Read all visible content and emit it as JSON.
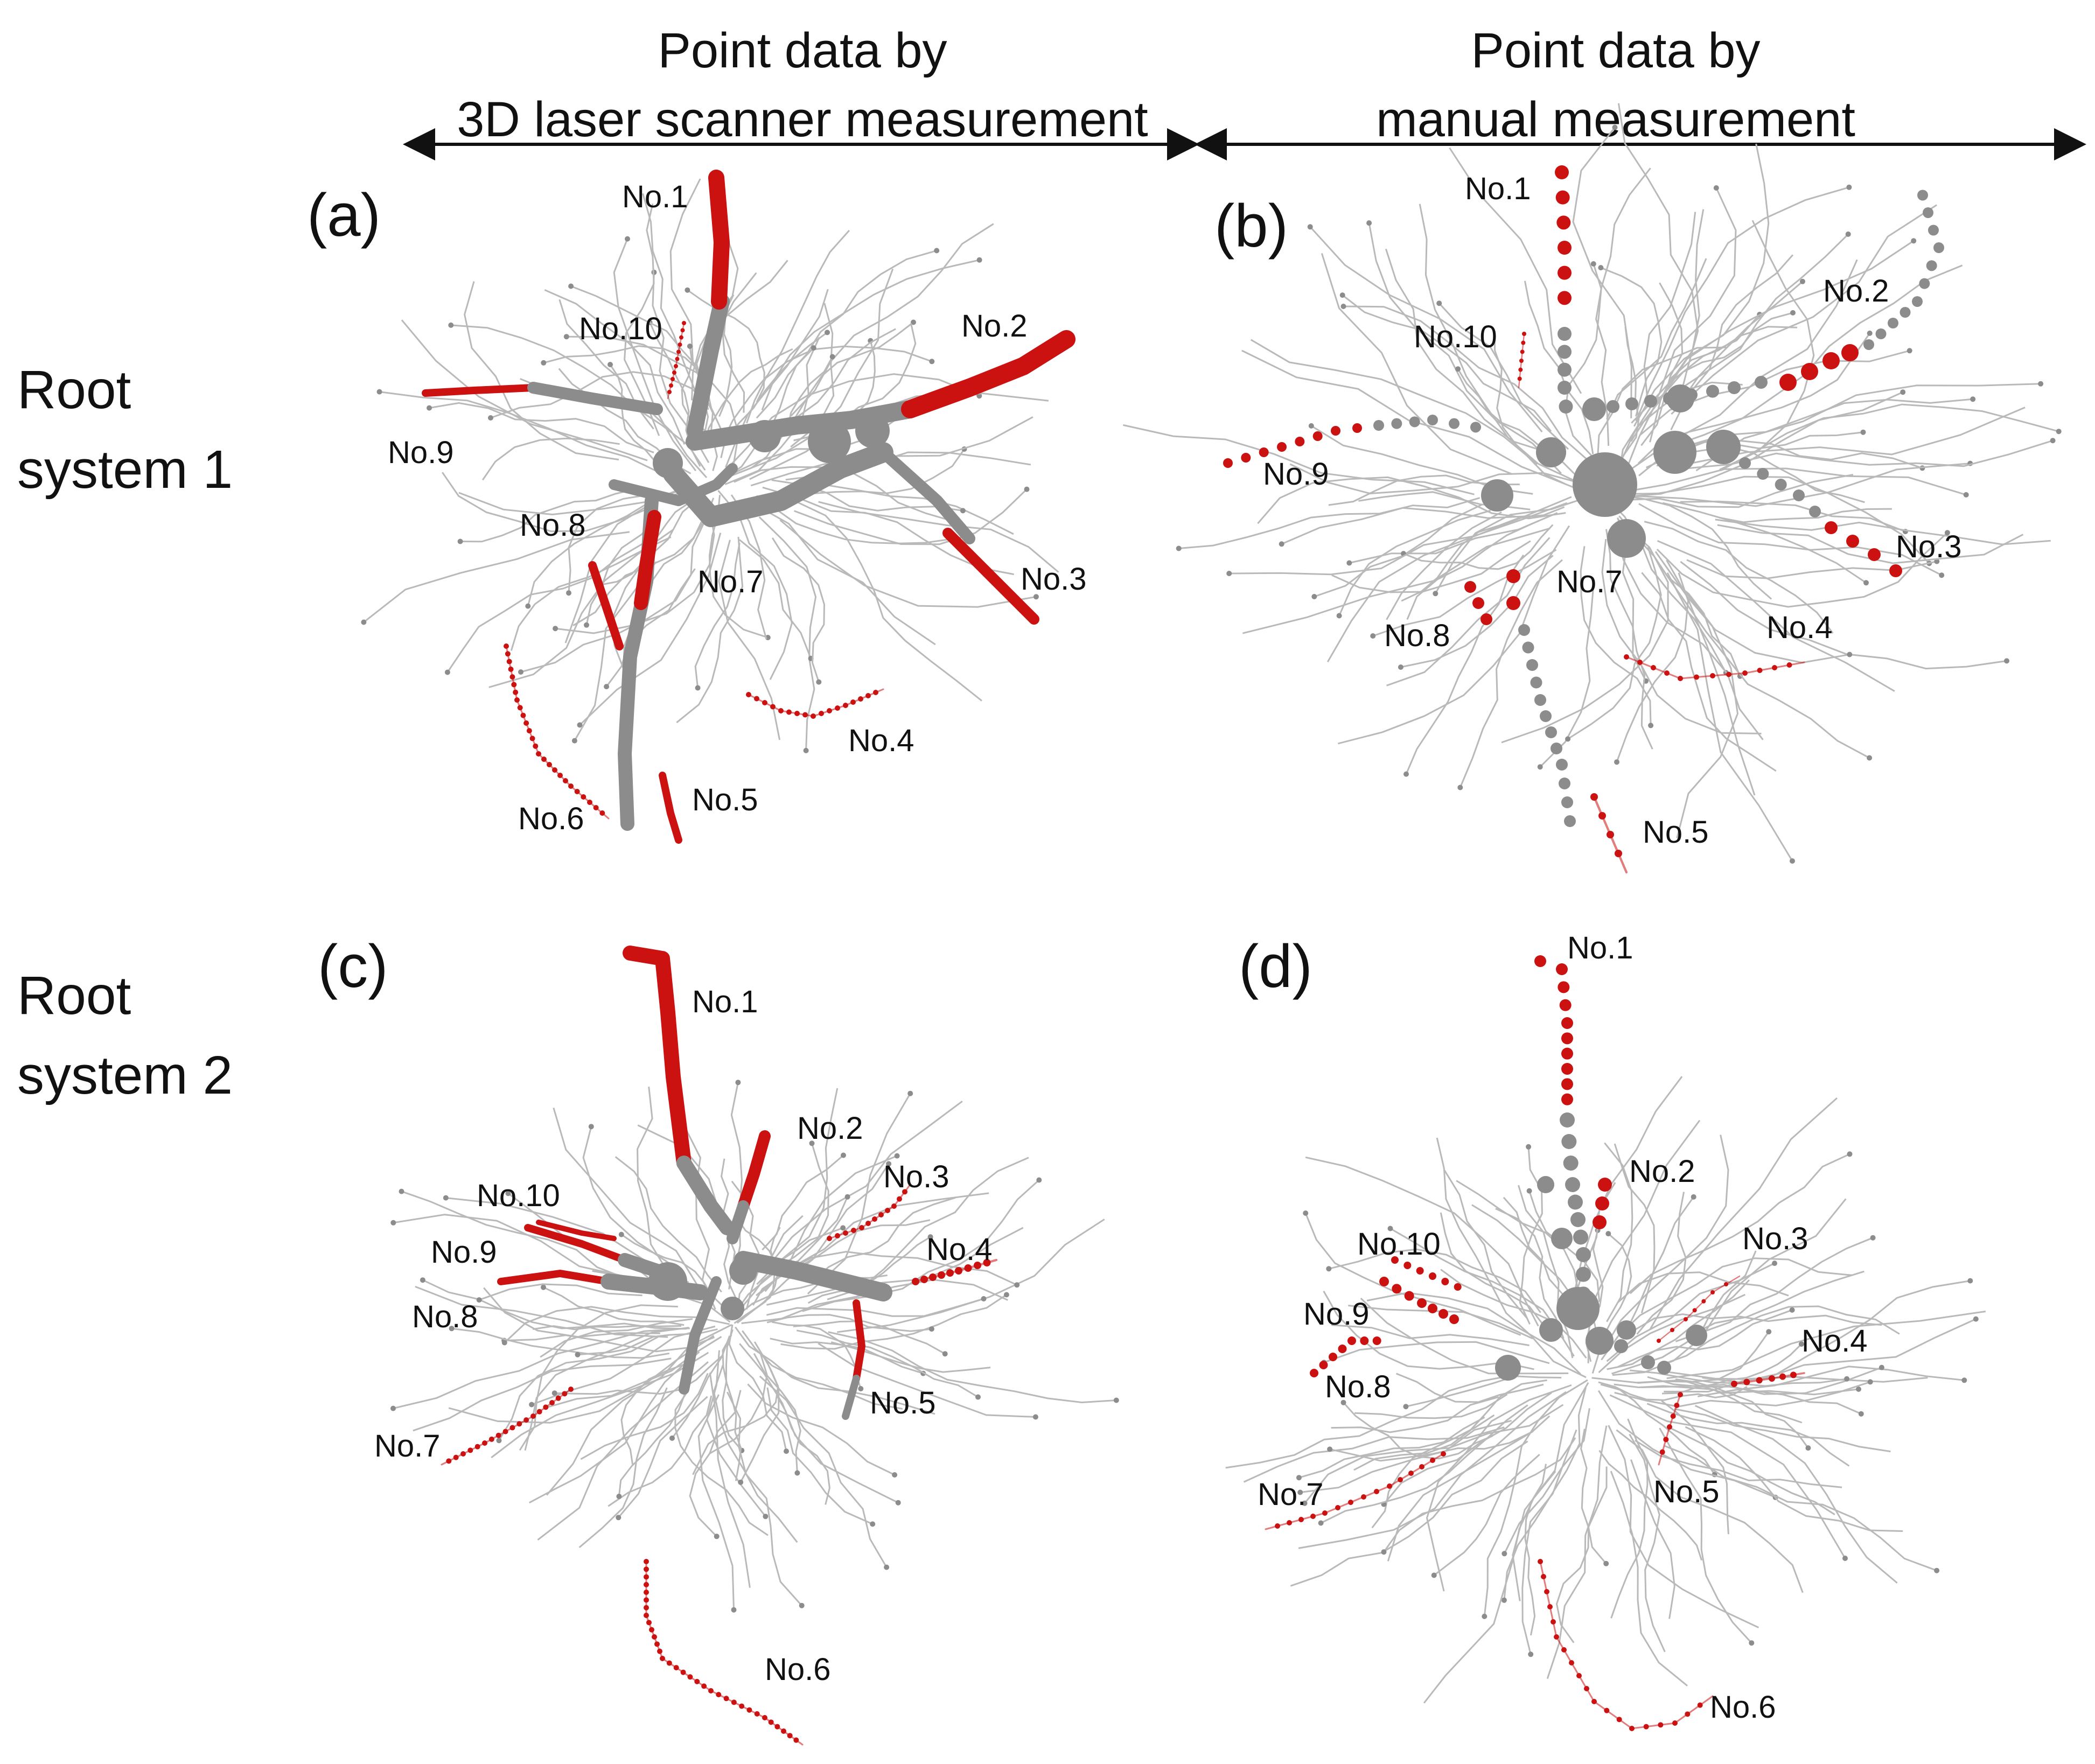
{
  "headers": {
    "laser": [
      "Point data by",
      "3D laser scanner measurement"
    ],
    "manual": [
      "Point data by",
      "manual measurement"
    ]
  },
  "rows": [
    [
      "Root",
      "system 1"
    ],
    [
      "Root",
      "system 2"
    ]
  ],
  "panels": [
    {
      "letter": "(a)",
      "labels": [
        "No.1",
        "No.2",
        "No.3",
        "No.4",
        "No.5",
        "No.6",
        "No.7",
        "No.8",
        "No.9",
        "No.10"
      ]
    },
    {
      "letter": "(b)",
      "labels": [
        "No.1",
        "No.2",
        "No.3",
        "No.4",
        "No.5",
        "No.7",
        "No.8",
        "No.9",
        "No.10"
      ]
    },
    {
      "letter": "(c)",
      "labels": [
        "No.1",
        "No.2",
        "No.3",
        "No.4",
        "No.5",
        "No.6",
        "No.7",
        "No.8",
        "No.9",
        "No.10"
      ]
    },
    {
      "letter": "(d)",
      "labels": [
        "No.1",
        "No.2",
        "No.3",
        "No.4",
        "No.5",
        "No.6",
        "No.7",
        "No.8",
        "No.9",
        "No.10"
      ]
    }
  ],
  "colors": {
    "measured_root": "#cc1111",
    "other_root": "#8c8c8c",
    "fine_root": "#b9b9b9",
    "arrow": "#111111"
  }
}
